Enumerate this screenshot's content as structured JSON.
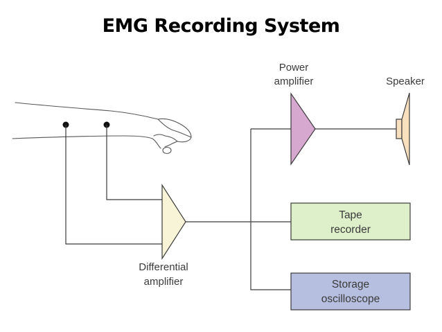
{
  "title": "EMG Recording System",
  "labels": {
    "power_amplifier_line1": "Power",
    "power_amplifier_line2": "amplifier",
    "speaker": "Speaker",
    "tape_recorder_line1": "Tape",
    "tape_recorder_line2": "recorder",
    "storage_oscilloscope_line1": "Storage",
    "storage_oscilloscope_line2": "oscilloscope",
    "differential_amplifier_line1": "Differential",
    "differential_amplifier_line2": "amplifier"
  },
  "colors": {
    "differential_amplifier_fill": "#f7f4d8",
    "power_amplifier_fill": "#d7a8cf",
    "speaker_fill": "#f8dfbe",
    "tape_recorder_fill": "#def0c9",
    "storage_oscilloscope_fill": "#b7bfe0",
    "outline": "#3a3a3a"
  }
}
